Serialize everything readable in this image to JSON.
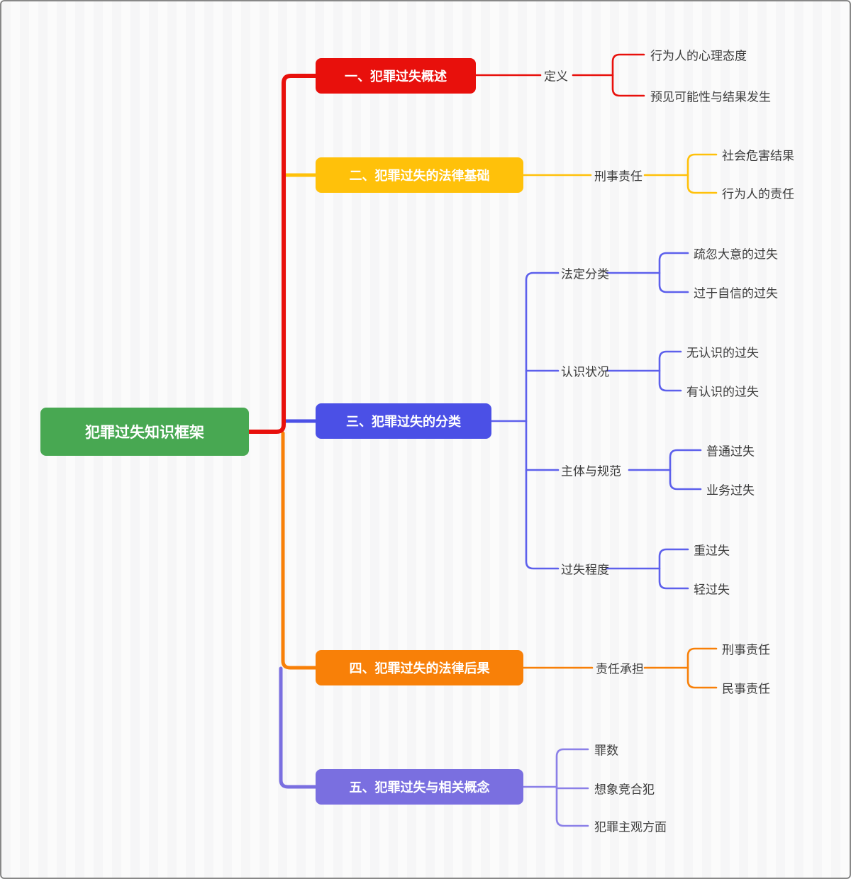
{
  "canvas": {
    "label_color": "#3C3C3C",
    "background": "#F7F7F8",
    "border_color": "#888888"
  },
  "map": {
    "root": {
      "label": "犯罪过失知识框架",
      "color": "#48A852"
    },
    "branches": [
      {
        "label": "一、犯罪过失概述",
        "color": "#E8100C",
        "line_color": "#E8100C",
        "children": [
          {
            "label": "定义",
            "children": [
              {
                "label": "行为人的心理态度"
              },
              {
                "label": "预见可能性与结果发生"
              }
            ]
          }
        ]
      },
      {
        "label": "二、犯罪过失的法律基础",
        "color": "#FFC10A",
        "line_color": "#FFC10A",
        "children": [
          {
            "label": "刑事责任",
            "children": [
              {
                "label": "社会危害结果"
              },
              {
                "label": "行为人的责任"
              }
            ]
          }
        ]
      },
      {
        "label": "三、犯罪过失的分类",
        "color": "#4B50E6",
        "line_color": "#5D60EC",
        "children": [
          {
            "label": "法定分类",
            "children": [
              {
                "label": "疏忽大意的过失"
              },
              {
                "label": "过于自信的过失"
              }
            ]
          },
          {
            "label": "认识状况",
            "children": [
              {
                "label": "无认识的过失"
              },
              {
                "label": "有认识的过失"
              }
            ]
          },
          {
            "label": "主体与规范",
            "children": [
              {
                "label": "普通过失"
              },
              {
                "label": "业务过失"
              }
            ]
          },
          {
            "label": "过失程度",
            "children": [
              {
                "label": "重过失"
              },
              {
                "label": "轻过失"
              }
            ]
          }
        ]
      },
      {
        "label": "四、犯罪过失的法律后果",
        "color": "#F88008",
        "line_color": "#F88008",
        "children": [
          {
            "label": "责任承担",
            "children": [
              {
                "label": "刑事责任"
              },
              {
                "label": "民事责任"
              }
            ]
          }
        ]
      },
      {
        "label": "五、犯罪过失与相关概念",
        "color": "#7A6FE0",
        "line_color": "#8B80E8",
        "children": [
          {
            "label": "罪数"
          },
          {
            "label": "想象竞合犯"
          },
          {
            "label": "犯罪主观方面"
          }
        ]
      }
    ]
  }
}
